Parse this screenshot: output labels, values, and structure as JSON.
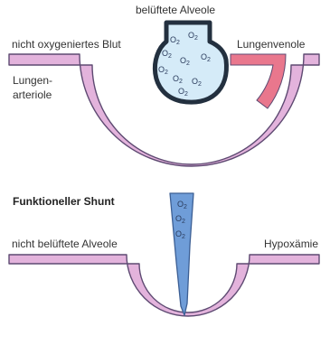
{
  "top_diagram": {
    "alveole_label": "belüftete Alveole",
    "blood_label": "nicht oxygeniertes Blut",
    "venole_label": "Lungenvenole",
    "arteriole_label_line1": "Lungen-",
    "arteriole_label_line2": "arteriole",
    "o2_label": "O2"
  },
  "bottom_diagram": {
    "title": "Funktioneller Shunt",
    "alveole_label": "nicht belüftete Alveole",
    "result_label": "Hypoxämie",
    "o2_label": "O2"
  },
  "colors": {
    "vessel_fill": "#e3b3dc",
    "vessel_stroke": "#5e4a72",
    "venous_highlight": "#e9778d",
    "alveole_fill": "#d5ebf8",
    "alveole_stroke": "#23303f",
    "shunt_fill": "#6f9dd8",
    "shunt_stroke": "#3c5f94"
  }
}
